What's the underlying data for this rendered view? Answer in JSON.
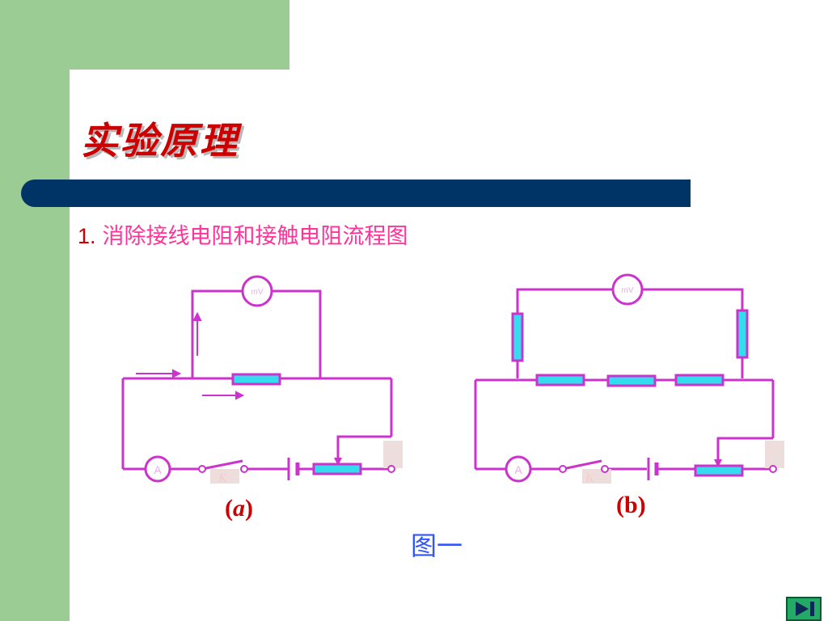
{
  "slide": {
    "title": "实验原理",
    "subtitle_number": "1.",
    "subtitle_text": "消除接线电阻和接触电阻流程图",
    "figure_caption": "图一"
  },
  "diagram_a": {
    "caption_open": "(",
    "caption_letter": "a",
    "caption_close": ")",
    "voltmeter_label": "mV",
    "ammeter_label": "A",
    "switch_label": "K"
  },
  "diagram_b": {
    "caption": "(b)",
    "voltmeter_label": "mV",
    "ammeter_label": "A",
    "switch_label": "K"
  },
  "colors": {
    "background_green": "#9acc93",
    "bar_navy": "#003366",
    "title_red": "#cc0000",
    "subtitle_pink": "#ff3399",
    "wire_magenta": "#cc33cc",
    "resistor_cyan": "#33ddee",
    "caption_blue": "#3355ff"
  },
  "navigation": {
    "icon": "play-end-icon"
  }
}
